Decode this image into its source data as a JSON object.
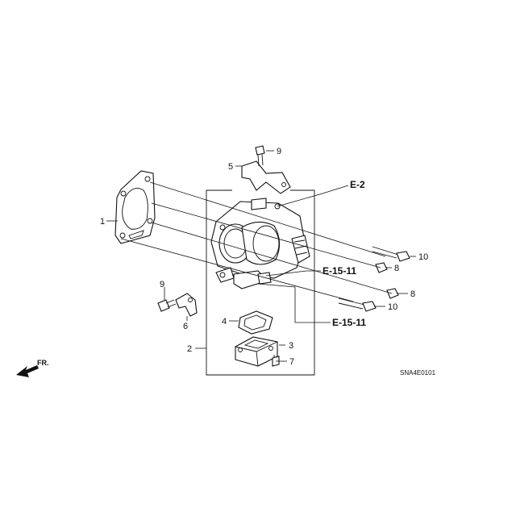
{
  "callouts": {
    "c1": "1",
    "c2": "2",
    "c3": "3",
    "c4": "4",
    "c5": "5",
    "c6": "6",
    "c7": "7",
    "c8a": "8",
    "c8b": "8",
    "c9a": "9",
    "c9b": "9",
    "c10a": "10",
    "c10b": "10"
  },
  "references": {
    "e2": "E-2",
    "e15_11_upper": "E-15-11",
    "e15_11_lower": "E-15-11"
  },
  "direction_label": "FR.",
  "diagram_code": "SNA4E0101",
  "icons": {
    "direction_arrow": "arrow-left-down-icon"
  }
}
